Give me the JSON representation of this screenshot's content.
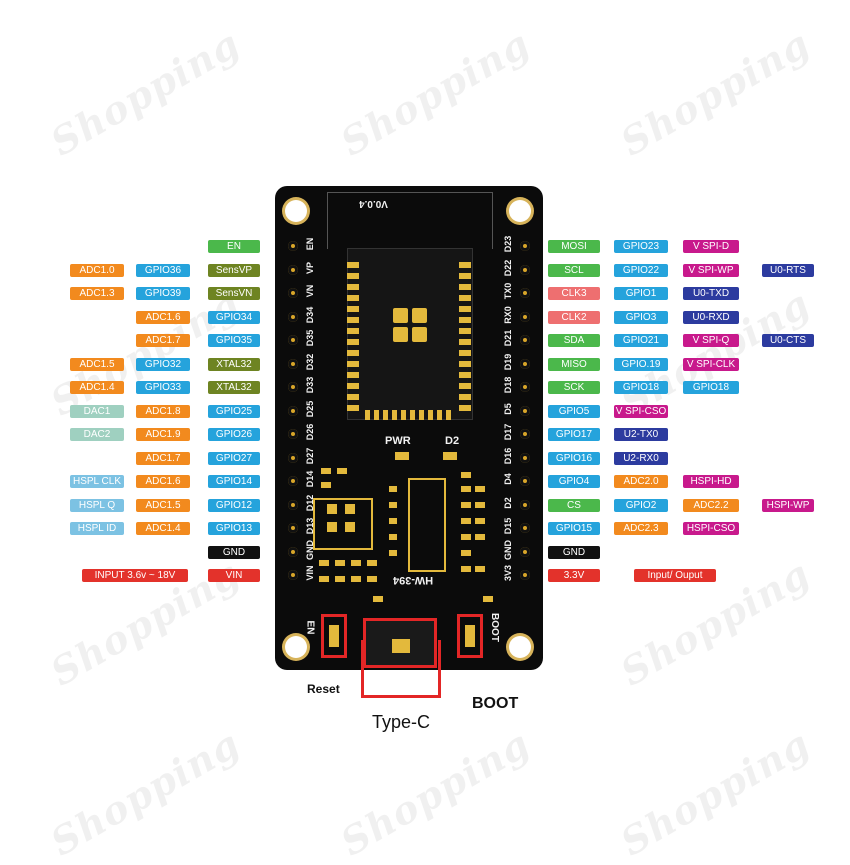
{
  "watermark": "Shopping",
  "colors": {
    "orange": "#f28a1e",
    "blue": "#25a3dc",
    "olive": "#6e8422",
    "green": "#4bb84b",
    "teal": "#9fd0c0",
    "lightblue": "#7cc2e3",
    "pink": "#ee6f70",
    "red": "#e3322b",
    "magenta": "#c8198c",
    "navy": "#2c3b9f",
    "black": "#111111"
  },
  "board": {
    "version": "V0.0.4",
    "silk_pwr": "PWR",
    "silk_d2": "D2",
    "silk_model": "HW-394",
    "left_pins": [
      "EN",
      "VP",
      "VN",
      "D34",
      "D35",
      "D32",
      "D33",
      "D25",
      "D26",
      "D27",
      "D14",
      "D12",
      "D13",
      "GND",
      "VIN"
    ],
    "right_pins": [
      "D23",
      "D22",
      "TX0",
      "RX0",
      "D21",
      "D19",
      "D18",
      "D5",
      "D17",
      "D16",
      "D4",
      "D2",
      "D15",
      "GND",
      "3V3"
    ],
    "btn_en": "EN",
    "btn_boot": "BOOT"
  },
  "bottom_labels": {
    "reset": "Reset",
    "type_c": "Type-C",
    "boot": "BOOT"
  },
  "left_rows": [
    [
      null,
      null,
      {
        "t": "EN",
        "c": "green"
      }
    ],
    [
      {
        "t": "ADC1.0",
        "c": "orange"
      },
      {
        "t": "GPIO36",
        "c": "blue"
      },
      {
        "t": "SensVP",
        "c": "olive"
      }
    ],
    [
      {
        "t": "ADC1.3",
        "c": "orange"
      },
      {
        "t": "GPIO39",
        "c": "blue"
      },
      {
        "t": "SensVN",
        "c": "olive"
      }
    ],
    [
      null,
      {
        "t": "ADC1.6",
        "c": "orange"
      },
      {
        "t": "GPIO34",
        "c": "blue"
      }
    ],
    [
      null,
      {
        "t": "ADC1.7",
        "c": "orange"
      },
      {
        "t": "GPIO35",
        "c": "blue"
      }
    ],
    [
      {
        "t": "ADC1.5",
        "c": "orange"
      },
      {
        "t": "GPIO32",
        "c": "blue"
      },
      {
        "t": "XTAL32",
        "c": "olive"
      }
    ],
    [
      {
        "t": "ADC1.4",
        "c": "orange"
      },
      {
        "t": "GPIO33",
        "c": "blue"
      },
      {
        "t": "XTAL32",
        "c": "olive"
      }
    ],
    [
      {
        "t": "DAC1",
        "c": "teal"
      },
      {
        "t": "ADC1.8",
        "c": "orange"
      },
      {
        "t": "GPIO25",
        "c": "blue"
      }
    ],
    [
      {
        "t": "DAC2",
        "c": "teal"
      },
      {
        "t": "ADC1.9",
        "c": "orange"
      },
      {
        "t": "GPIO26",
        "c": "blue"
      }
    ],
    [
      null,
      {
        "t": "ADC1.7",
        "c": "orange"
      },
      {
        "t": "GPIO27",
        "c": "blue"
      }
    ],
    [
      {
        "t": "HSPL CLK",
        "c": "lightblue"
      },
      {
        "t": "ADC1.6",
        "c": "orange"
      },
      {
        "t": "GPIO14",
        "c": "blue"
      }
    ],
    [
      {
        "t": "HSPL Q",
        "c": "lightblue"
      },
      {
        "t": "ADC1.5",
        "c": "orange"
      },
      {
        "t": "GPIO12",
        "c": "blue"
      }
    ],
    [
      {
        "t": "HSPL ID",
        "c": "lightblue"
      },
      {
        "t": "ADC1.4",
        "c": "orange"
      },
      {
        "t": "GPIO13",
        "c": "blue"
      }
    ],
    [
      null,
      null,
      {
        "t": "GND",
        "c": "black"
      }
    ],
    [
      {
        "t": "INPUT  3.6v ~ 18V",
        "c": "red"
      },
      null,
      {
        "t": "VIN",
        "c": "red"
      }
    ]
  ],
  "right_rows": [
    [
      {
        "t": "MOSI",
        "c": "green"
      },
      {
        "t": "GPIO23",
        "c": "blue"
      },
      {
        "t": "V SPI-D",
        "c": "magenta"
      },
      null
    ],
    [
      {
        "t": "SCL",
        "c": "green"
      },
      {
        "t": "GPIO22",
        "c": "blue"
      },
      {
        "t": "V SPI-WP",
        "c": "magenta"
      },
      {
        "t": "U0-RTS",
        "c": "navy"
      }
    ],
    [
      {
        "t": "CLK3",
        "c": "pink"
      },
      {
        "t": "GPIO1",
        "c": "blue"
      },
      {
        "t": "U0-TXD",
        "c": "navy"
      },
      null
    ],
    [
      {
        "t": "CLK2",
        "c": "pink"
      },
      {
        "t": "GPIO3",
        "c": "blue"
      },
      {
        "t": "U0-RXD",
        "c": "navy"
      },
      null
    ],
    [
      {
        "t": "SDA",
        "c": "green"
      },
      {
        "t": "GPIO21",
        "c": "blue"
      },
      {
        "t": "V SPI-Q",
        "c": "magenta"
      },
      {
        "t": "U0-CTS",
        "c": "navy"
      }
    ],
    [
      {
        "t": "MISO",
        "c": "green"
      },
      {
        "t": "GPIO.19",
        "c": "blue"
      },
      {
        "t": "V SPI-CLK",
        "c": "magenta"
      },
      null
    ],
    [
      {
        "t": "SCK",
        "c": "green"
      },
      {
        "t": "GPIO18",
        "c": "blue"
      },
      {
        "t": "GPIO18",
        "c": "blue"
      },
      null
    ],
    [
      {
        "t": "GPIO5",
        "c": "blue"
      },
      {
        "t": "V SPI-CSO",
        "c": "magenta"
      },
      null,
      null
    ],
    [
      {
        "t": "GPIO17",
        "c": "blue"
      },
      {
        "t": "U2-TX0",
        "c": "navy"
      },
      null,
      null
    ],
    [
      {
        "t": "GPIO16",
        "c": "blue"
      },
      {
        "t": "U2-RX0",
        "c": "navy"
      },
      null,
      null
    ],
    [
      {
        "t": "GPIO4",
        "c": "blue"
      },
      {
        "t": "ADC2.0",
        "c": "orange"
      },
      {
        "t": "HSPI-HD",
        "c": "magenta"
      },
      null
    ],
    [
      {
        "t": "CS",
        "c": "green"
      },
      {
        "t": "GPIO2",
        "c": "blue"
      },
      {
        "t": "ADC2.2",
        "c": "orange"
      },
      {
        "t": "HSPI-WP",
        "c": "magenta"
      }
    ],
    [
      {
        "t": "GPIO15",
        "c": "blue"
      },
      {
        "t": "ADC2.3",
        "c": "orange"
      },
      {
        "t": "HSPI-CSO",
        "c": "magenta"
      },
      null
    ],
    [
      {
        "t": "GND",
        "c": "black"
      },
      null,
      null,
      null
    ],
    [
      {
        "t": "3.3V",
        "c": "red"
      },
      {
        "t": "Input/ Ouput",
        "c": "red"
      },
      null,
      null
    ]
  ]
}
